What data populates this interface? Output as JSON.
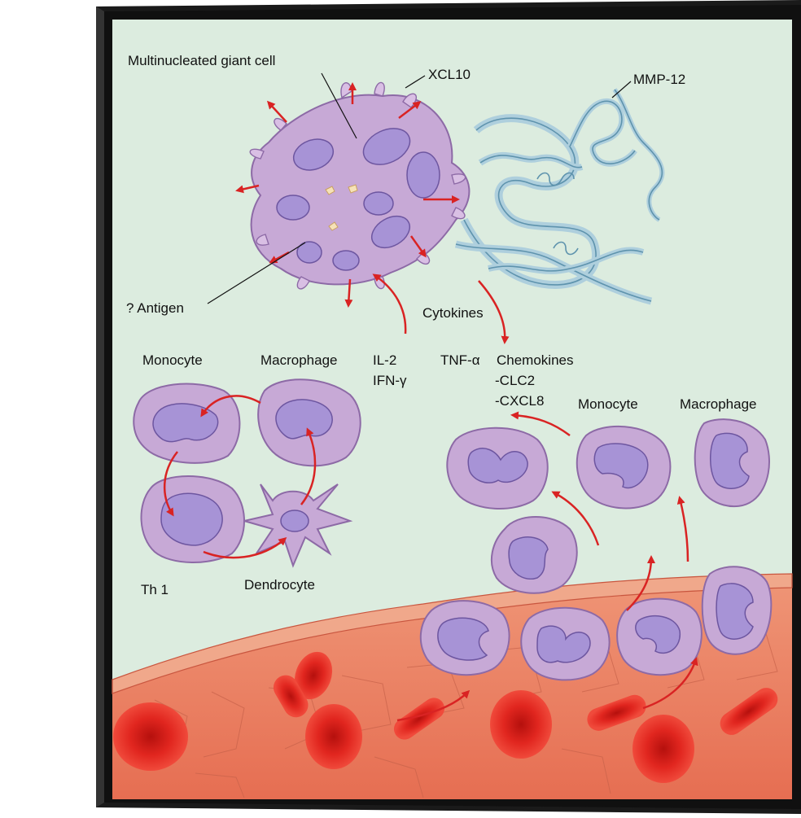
{
  "labels": {
    "giant_cell": "Multinucleated giant cell",
    "xcl10": "XCL10",
    "mmp12": "MMP-12",
    "antigen": "? Antigen",
    "cytokines": "Cytokines",
    "il2": "IL-2",
    "ifn": "IFN-γ",
    "tnf": "TNF-α",
    "chemokines": "Chemokines",
    "clc2": "-CLC2",
    "cxcl8": "-CXCL8",
    "monocyte_left": "Monocyte",
    "macrophage_left": "Macrophage",
    "th1": "Th 1",
    "dendrocyte": "Dendrocyte",
    "monocyte_right": "Monocyte",
    "macrophage_right": "Macrophage"
  },
  "colors": {
    "frame": "#141414",
    "background": "#dcecdf",
    "cell_body": "#c7a9d6",
    "nucleus": "#a793d6",
    "arrow": "#d92323",
    "protein": "#6ea4bf",
    "tissue": "#e77a5c",
    "rbc": "#e1261f"
  }
}
